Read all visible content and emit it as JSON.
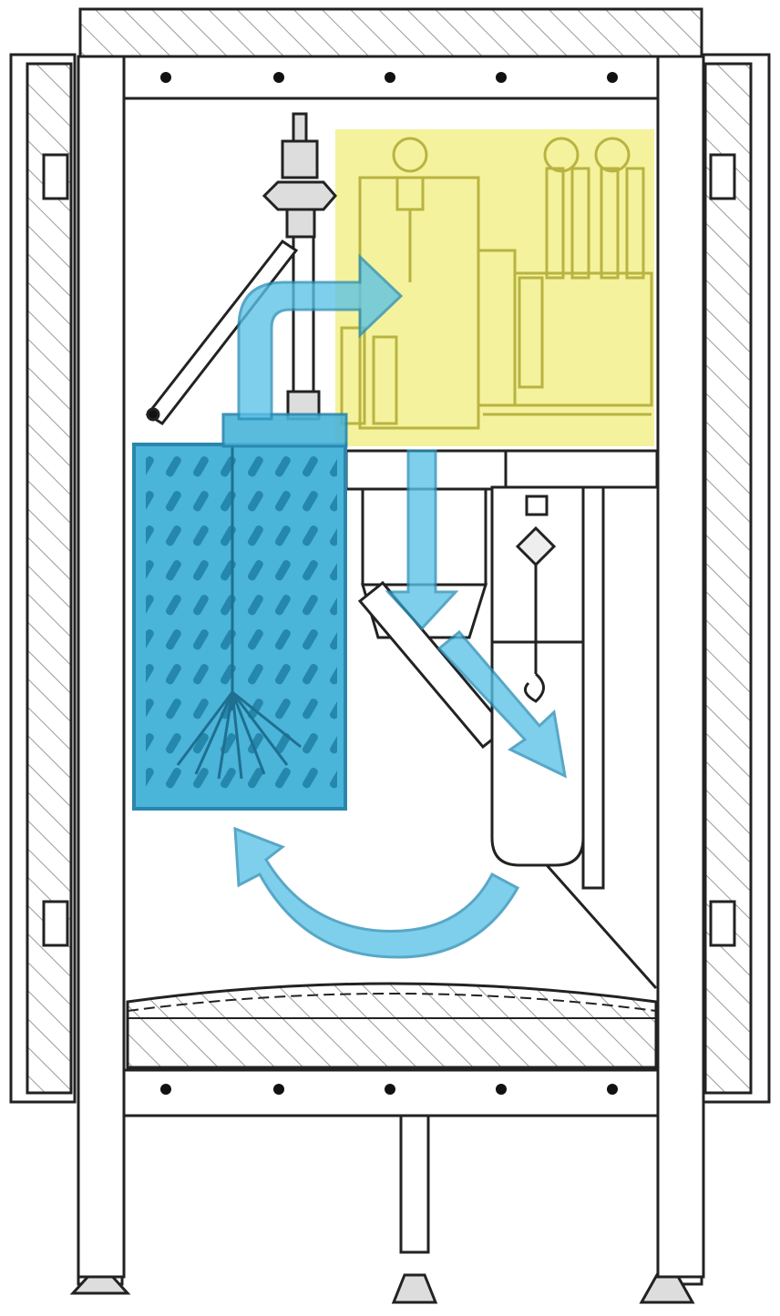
{
  "diagram": {
    "type": "airflow-cross-section",
    "colors": {
      "line": "#222222",
      "hatch": "#9a9a9a",
      "frame_fill": "#ffffff",
      "compartment": "#f2f08c",
      "compartment_line": "#b9b341",
      "heat_exchanger": "#4ab4d9",
      "heat_exchanger_line": "#2a86ad",
      "flow_arrow": "#5bc2e7",
      "flow_arrow_line": "#2a8fb8",
      "bolt": "#111111"
    },
    "components": [
      "frame",
      "side-wall-left",
      "side-wall-right",
      "top-panel",
      "bottom-panel",
      "equipment-compartment",
      "heat-exchanger",
      "fan-housing",
      "discharge-duct",
      "valve-assembly",
      "support-legs"
    ],
    "flow_arrows": [
      "inlet-elbow-arrow",
      "downward-arrow",
      "diagonal-discharge-arrow",
      "return-curve-arrow"
    ]
  }
}
